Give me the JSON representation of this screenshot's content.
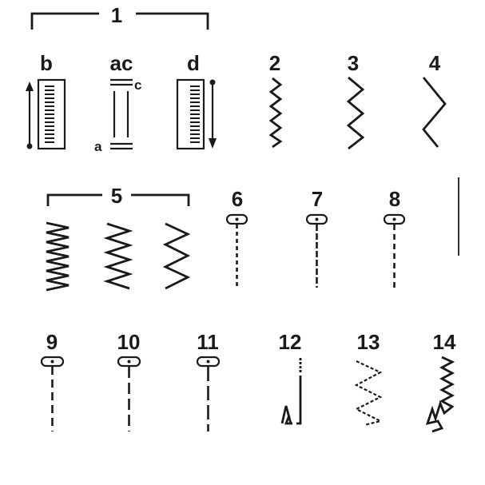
{
  "labels": {
    "g1": "1",
    "b": "b",
    "ac": "ac",
    "d": "d",
    "c": "c",
    "a": "a",
    "s2": "2",
    "s3": "3",
    "s4": "4",
    "g5": "5",
    "s6": "6",
    "s7": "7",
    "s8": "8",
    "s9": "9",
    "s10": "10",
    "s11": "11",
    "s12": "12",
    "s13": "13",
    "s14": "14"
  }
}
